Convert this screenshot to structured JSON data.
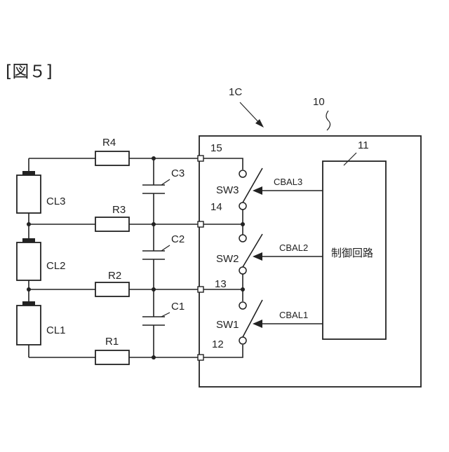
{
  "figure_label": "[図５]",
  "refs": {
    "module": "1C",
    "device": "10",
    "control_circuit_ref": "11",
    "t12": "12",
    "t13": "13",
    "t14": "14",
    "t15": "15"
  },
  "control_circuit_name": "制御回路",
  "cells": [
    "CL3",
    "CL2",
    "CL1"
  ],
  "resistors": [
    "R4",
    "R3",
    "R2",
    "R1"
  ],
  "capacitors": [
    "C3",
    "C2",
    "C1"
  ],
  "switches": [
    "SW3",
    "SW2",
    "SW1"
  ],
  "signals": [
    "CBAL3",
    "CBAL2",
    "CBAL1"
  ]
}
